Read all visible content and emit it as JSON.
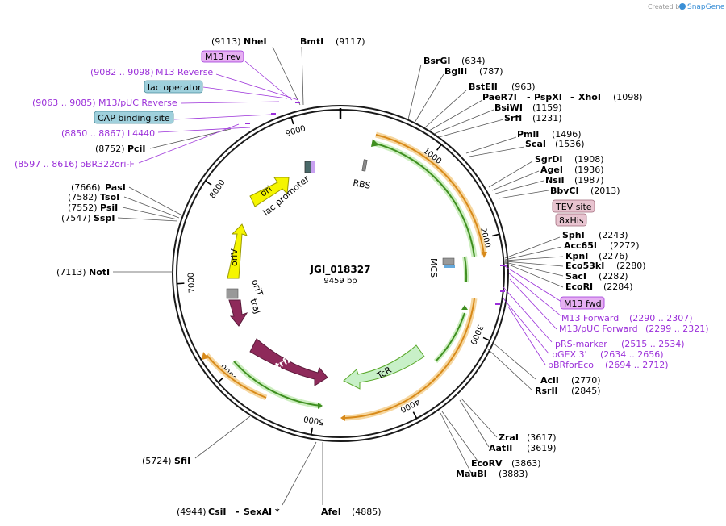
{
  "credit": {
    "prefix": "Created by",
    "brand": "SnapGene"
  },
  "plasmid": {
    "name": "JGI_018327",
    "size": "9459 bp"
  },
  "scale_ticks": [
    "1000",
    "2000",
    "3000",
    "4000",
    "5000",
    "6000",
    "7000",
    "8000",
    "9000"
  ],
  "sites": {
    "nhei": {
      "pos": "(9113)",
      "name": "NheI"
    },
    "bmti": {
      "name": "BmtI",
      "pos": "(9117)"
    },
    "bsrgi": {
      "name": "BsrGI",
      "pos": "(634)"
    },
    "bglii": {
      "name": "BglII",
      "pos": "(787)"
    },
    "bsteii": {
      "name": "BstEII",
      "pos": "(963)"
    },
    "paer7i": {
      "name": "PaeR7I",
      "sep1": "-",
      "name2": "PspXI",
      "sep2": "-",
      "name3": "XhoI",
      "pos": "(1098)"
    },
    "bsiwi": {
      "name": "BsiWI",
      "pos": "(1159)"
    },
    "srfi": {
      "name": "SrfI",
      "pos": "(1231)"
    },
    "pmli": {
      "name": "PmlI",
      "pos": "(1496)"
    },
    "scai": {
      "name": "ScaI",
      "pos": "(1536)"
    },
    "sgrdi": {
      "name": "SgrDI",
      "pos": "(1908)"
    },
    "agei": {
      "name": "AgeI",
      "pos": "(1936)"
    },
    "nsii": {
      "name": "NsiI",
      "pos": "(1987)"
    },
    "bbvci": {
      "name": "BbvCI",
      "pos": "(2013)"
    },
    "sphi": {
      "name": "SphI",
      "pos": "(2243)"
    },
    "acc65i": {
      "name": "Acc65I",
      "pos": "(2272)"
    },
    "kpni": {
      "name": "KpnI",
      "pos": "(2276)"
    },
    "eco53ki": {
      "name": "Eco53kI",
      "pos": "(2280)"
    },
    "saci": {
      "name": "SacI",
      "pos": "(2282)"
    },
    "ecori": {
      "name": "EcoRI",
      "pos": "(2284)"
    },
    "acli": {
      "name": "AclI",
      "pos": "(2770)"
    },
    "rsrii": {
      "name": "RsrII",
      "pos": "(2845)"
    },
    "zrai": {
      "name": "ZraI",
      "pos": "(3617)"
    },
    "aatii": {
      "name": "AatII",
      "pos": "(3619)"
    },
    "ecorv": {
      "name": "EcoRV",
      "pos": "(3863)"
    },
    "maubi": {
      "name": "MauBI",
      "pos": "(3883)"
    },
    "afei": {
      "name": "AfeI",
      "pos": "(4885)"
    },
    "csii": {
      "pos": "(4944)",
      "name": "CsiI",
      "sep": "-",
      "name2": "SexAI *"
    },
    "sfii": {
      "pos": "(5724)",
      "name": "SfiI"
    },
    "noti": {
      "pos": "(7113)",
      "name": "NotI"
    },
    "pasi": {
      "pos": "(7666)",
      "name": "PasI"
    },
    "tsoi": {
      "pos": "(7582)",
      "name": "TsoI"
    },
    "psii": {
      "pos": "(7552)",
      "name": "PsiI"
    },
    "sspi": {
      "pos": "(7547)",
      "name": "SspI"
    },
    "pcii": {
      "pos": "(8752)",
      "name": "PciI"
    }
  },
  "primers": {
    "m13rev": {
      "range": "(9082 .. 9098)",
      "name": "M13 Reverse"
    },
    "m13puc_rev": {
      "range": "(9063 .. 9085)",
      "name": "M13/pUC Reverse"
    },
    "l4440": {
      "range": "(8850 .. 8867)",
      "name": "L4440"
    },
    "pbr322ori": {
      "range": "(8597 .. 8616)",
      "name": "pBR322ori-F"
    },
    "m13fwd": {
      "name": "M13 Forward",
      "range": "(2290 .. 2307)"
    },
    "m13puc_fwd": {
      "name": "M13/pUC Forward",
      "range": "(2299 .. 2321)"
    },
    "prs": {
      "name": "pRS-marker",
      "range": "(2515 .. 2534)"
    },
    "pgex": {
      "name": "pGEX 3'",
      "range": "(2634 .. 2656)"
    },
    "pbrforeco": {
      "name": "pBRforEco",
      "range": "(2694 .. 2712)"
    }
  },
  "boxed": {
    "m13rev": "M13 rev",
    "lac_operator": "lac operator",
    "cap": "CAP binding site",
    "tev": "TEV site",
    "his": "8xHis",
    "m13fwd": "M13 fwd"
  },
  "features": {
    "ori": "ori",
    "lac_promoter": "lac promoter",
    "rbs": "RBS",
    "mcs": "MCS",
    "oriv": "oriV",
    "orit": "oriT",
    "traj": "traJ",
    "trfa": "trfA",
    "tcr": "TcR"
  },
  "colors": {
    "backbone": "#1a1a1a",
    "primer": "#9b30d9",
    "orf_orange": "#e8a23a",
    "orf_green": "#5aa82a",
    "ori_yellow": "#f5f500",
    "trfa": "#8e2a5a",
    "tcr": "#c8f0c8",
    "lac_operator_box": "#9fd0dc",
    "tev_box": "#e8c4d0",
    "m13_box": "#e6b0f2"
  }
}
